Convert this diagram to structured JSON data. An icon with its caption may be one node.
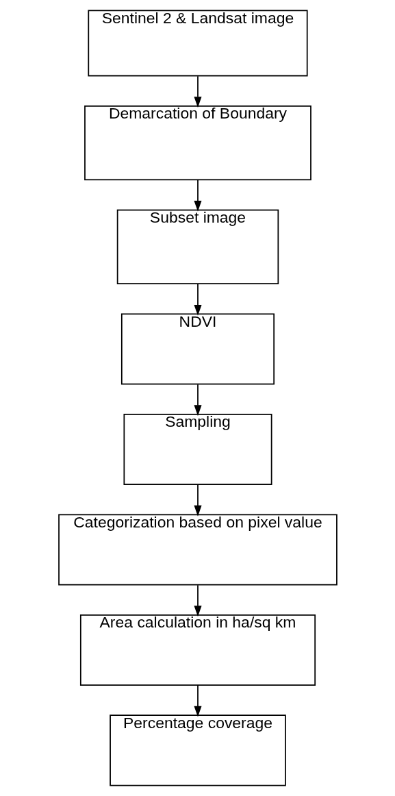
{
  "diagram": {
    "nodes": [
      {
        "text": [
          "Sentinel 2 & Landsat image"
        ]
      },
      {
        "text": [
          "Demarcation of Boundary"
        ]
      },
      {
        "text": [
          "Subset image"
        ]
      },
      {
        "text": [
          "NDVI"
        ]
      },
      {
        "text": [
          "Sampling"
        ]
      },
      {
        "text": [
          "Categorization based on pixel value"
        ]
      },
      {
        "text": [
          "Area calculation in ha/sq km"
        ]
      },
      {
        "text": [
          "Percentage coverage"
        ]
      }
    ],
    "edges": [
      {
        "from": 0,
        "to": 1,
        "arrow": "to"
      },
      {
        "from": 1,
        "to": 2,
        "arrow": "to"
      },
      {
        "from": 2,
        "to": 3,
        "arrow": "to"
      },
      {
        "from": 3,
        "to": 4,
        "arrow": "to"
      },
      {
        "from": 4,
        "to": 5,
        "arrow": "to"
      },
      {
        "from": 5,
        "to": 6,
        "arrow": "to"
      },
      {
        "from": 6,
        "to": 7,
        "arrow": "to"
      }
    ]
  }
}
